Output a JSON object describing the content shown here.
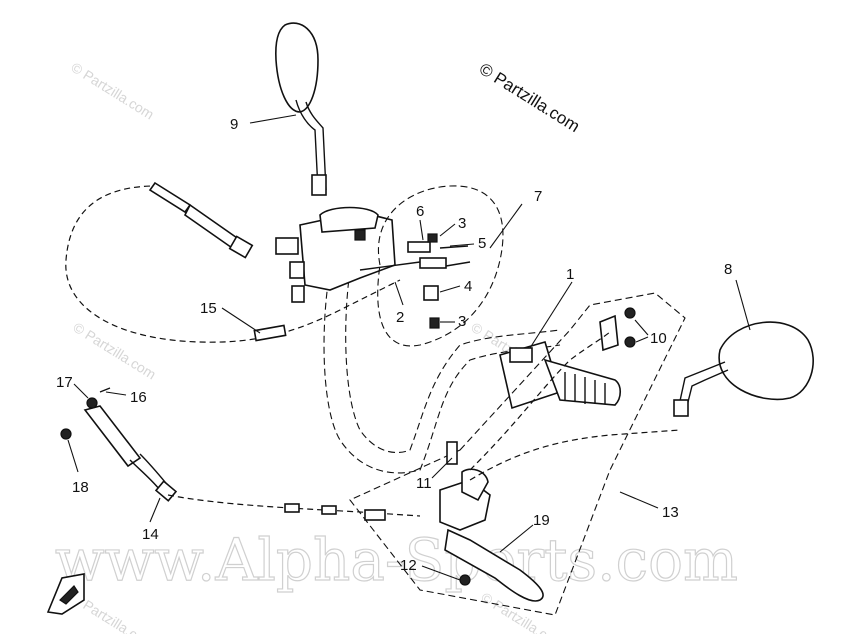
{
  "copyright": "© Partzilla.com",
  "watermarks": {
    "site_small": "© Partzilla.com",
    "site_large": "www.Alpha-Sports.com"
  },
  "callouts": [
    {
      "id": "1",
      "label": "1"
    },
    {
      "id": "2",
      "label": "2"
    },
    {
      "id": "3a",
      "label": "3"
    },
    {
      "id": "3b",
      "label": "3"
    },
    {
      "id": "4",
      "label": "4"
    },
    {
      "id": "5",
      "label": "5"
    },
    {
      "id": "6",
      "label": "6"
    },
    {
      "id": "7",
      "label": "7"
    },
    {
      "id": "8",
      "label": "8"
    },
    {
      "id": "9",
      "label": "9"
    },
    {
      "id": "10",
      "label": "10"
    },
    {
      "id": "11",
      "label": "11"
    },
    {
      "id": "12",
      "label": "12"
    },
    {
      "id": "13",
      "label": "13"
    },
    {
      "id": "14",
      "label": "14"
    },
    {
      "id": "15",
      "label": "15"
    },
    {
      "id": "16",
      "label": "16"
    },
    {
      "id": "17",
      "label": "17"
    },
    {
      "id": "18",
      "label": "18"
    },
    {
      "id": "19",
      "label": "19"
    }
  ]
}
